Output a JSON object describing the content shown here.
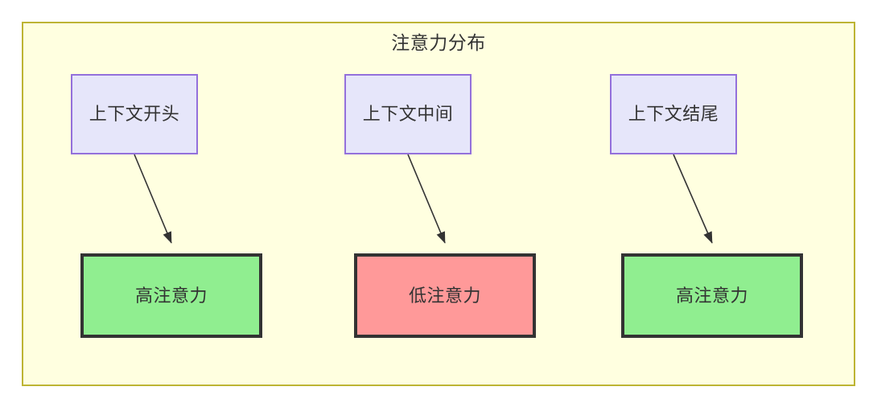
{
  "diagram": {
    "title": "注意力分布",
    "type": "flowchart",
    "colors": {
      "container_fill": "#FFFFE0",
      "container_border": "#BDB434",
      "source_fill": "#E6E6FA",
      "source_border": "#9370DB",
      "high_attention_fill": "#90EE90",
      "low_attention_fill": "#FF9999",
      "outcome_border": "#333333",
      "edge_color": "#333333",
      "text_color": "#333333"
    },
    "nodes": {
      "context_start": {
        "label": "上下文开头"
      },
      "context_middle": {
        "label": "上下文中间"
      },
      "context_end": {
        "label": "上下文结尾"
      },
      "attention_high_1": {
        "label": "高注意力"
      },
      "attention_low": {
        "label": "低注意力"
      },
      "attention_high_2": {
        "label": "高注意力"
      }
    },
    "edges": [
      {
        "from": "context_start",
        "to": "attention_high_1"
      },
      {
        "from": "context_middle",
        "to": "attention_low"
      },
      {
        "from": "context_end",
        "to": "attention_high_2"
      }
    ]
  }
}
